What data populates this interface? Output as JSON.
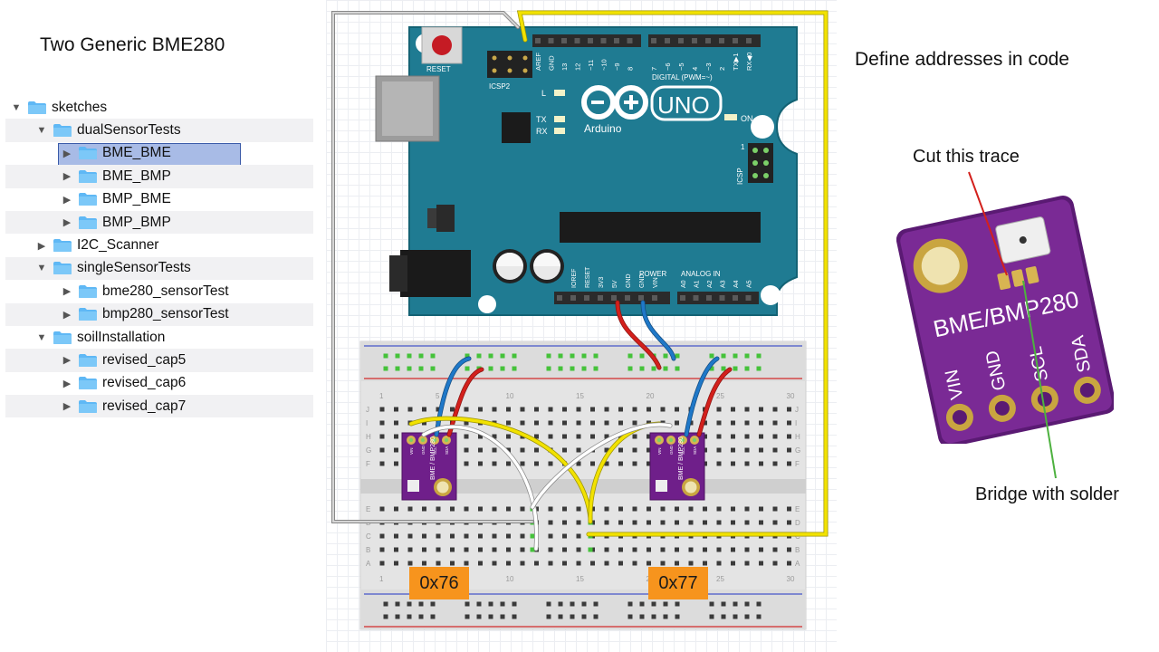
{
  "slide_title": "Two Generic BME280",
  "right_title": "Define addresses in code",
  "file_tree": {
    "items": [
      {
        "label": "sketches",
        "level": 0,
        "expanded": true,
        "selected": false
      },
      {
        "label": "dualSensorTests",
        "level": 1,
        "expanded": true,
        "selected": false
      },
      {
        "label": "BME_BME",
        "level": 2,
        "expanded": false,
        "selected": true
      },
      {
        "label": "BME_BMP",
        "level": 2,
        "expanded": false,
        "selected": false
      },
      {
        "label": "BMP_BME",
        "level": 2,
        "expanded": false,
        "selected": false
      },
      {
        "label": "BMP_BMP",
        "level": 2,
        "expanded": false,
        "selected": false
      },
      {
        "label": "I2C_Scanner",
        "level": 1,
        "expanded": false,
        "selected": false
      },
      {
        "label": "singleSensorTests",
        "level": 1,
        "expanded": true,
        "selected": false
      },
      {
        "label": "bme280_sensorTest",
        "level": 2,
        "expanded": false,
        "selected": false
      },
      {
        "label": "bmp280_sensorTest",
        "level": 2,
        "expanded": false,
        "selected": false
      },
      {
        "label": "soilInstallation",
        "level": 1,
        "expanded": true,
        "selected": false
      },
      {
        "label": "revised_cap5",
        "level": 2,
        "expanded": false,
        "selected": false
      },
      {
        "label": "revised_cap6",
        "level": 2,
        "expanded": false,
        "selected": false
      },
      {
        "label": "revised_cap7",
        "level": 2,
        "expanded": false,
        "selected": false
      }
    ]
  },
  "arduino": {
    "reset_label": "RESET",
    "icsp2_label": "ICSP2",
    "logo_text": "Arduino",
    "model": "UNO",
    "digital_label": "DIGITAL (PWM=~)",
    "power_label": "POWER",
    "analog_label": "ANALOG IN",
    "led_l": "L",
    "led_tx": "TX",
    "led_rx": "RX",
    "led_on": "ON",
    "icsp_label": "ICSP",
    "icsp_pin": "1",
    "top_pins": [
      "AREF",
      "GND",
      "13",
      "12",
      "~11",
      "~10",
      "~9",
      "8",
      "7",
      "~6",
      "~5",
      "4",
      "~3",
      "2",
      "TX▶1",
      "RX◀0"
    ],
    "power_pins": [
      "IOREF",
      "RESET",
      "3V3",
      "5V",
      "GND",
      "GND",
      "VIN"
    ],
    "analog_pins": [
      "A0",
      "A1",
      "A2",
      "A3",
      "A4",
      "A5"
    ]
  },
  "breadboard": {
    "column_numbers": [
      "1",
      "5",
      "10",
      "15",
      "20",
      "25",
      "30"
    ],
    "row_letters_top": [
      "J",
      "I",
      "H",
      "G",
      "F"
    ],
    "row_letters_bottom": [
      "E",
      "D",
      "C",
      "B",
      "A"
    ]
  },
  "sensor_module": {
    "label": "BME / BMP280",
    "pins": [
      "VIN",
      "GND",
      "SCL",
      "SDA"
    ]
  },
  "addresses": {
    "left": "0x76",
    "right": "0x77"
  },
  "photo": {
    "board_label": "BME/BMP280",
    "pins": [
      "VIN",
      "GND",
      "SCL",
      "SDA"
    ]
  },
  "callouts": {
    "cut_trace": "Cut this trace",
    "bridge_solder": "Bridge with solder"
  },
  "colors": {
    "arduino_board": "#1f7b92",
    "wire_yellow": "#f2e200",
    "wire_red": "#d3201c",
    "wire_blue": "#1f78c8",
    "wire_gray": "#a9a9a9",
    "sensor_purple": "#6f1f8a",
    "address_badge": "#f7941d",
    "folder_icon": "#5fb8f5",
    "selection": "#a8bbe6"
  }
}
